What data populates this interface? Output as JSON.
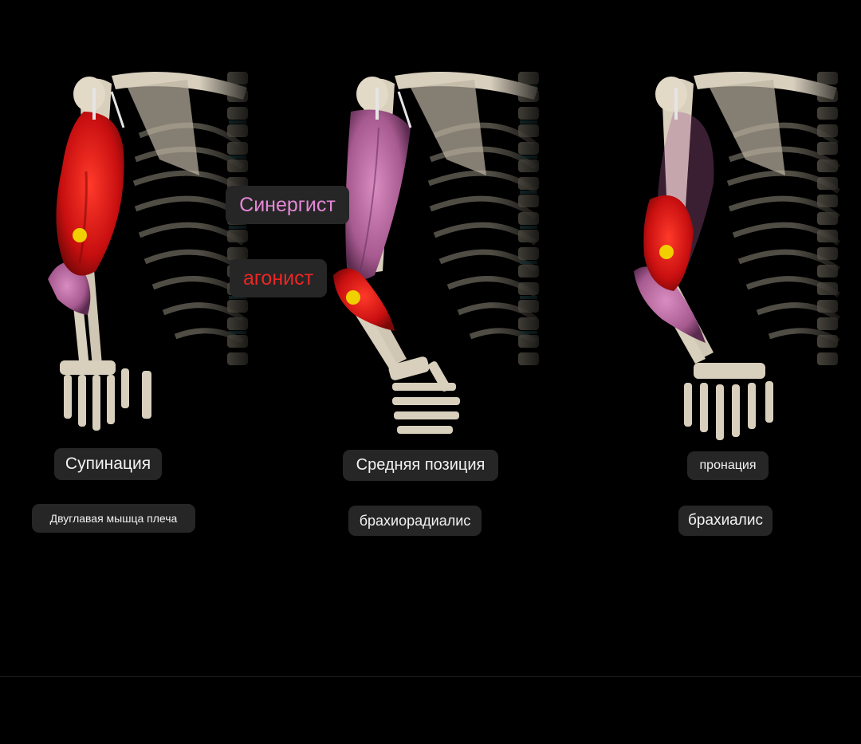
{
  "legend": {
    "synergist": "Синергист",
    "agonist": "агонист"
  },
  "panels": [
    {
      "position": "Супинация",
      "muscle": "Двуглавая мышца плеча"
    },
    {
      "position": "Средняя позиция",
      "muscle": "брахиорадиалис"
    },
    {
      "position": "пронация",
      "muscle": "брахиалис"
    }
  ],
  "colors": {
    "agonist": "#d01515",
    "synergist": "#b8609a",
    "marker": "#f0d000",
    "bone": "#d8cfbd",
    "background": "#000000"
  }
}
